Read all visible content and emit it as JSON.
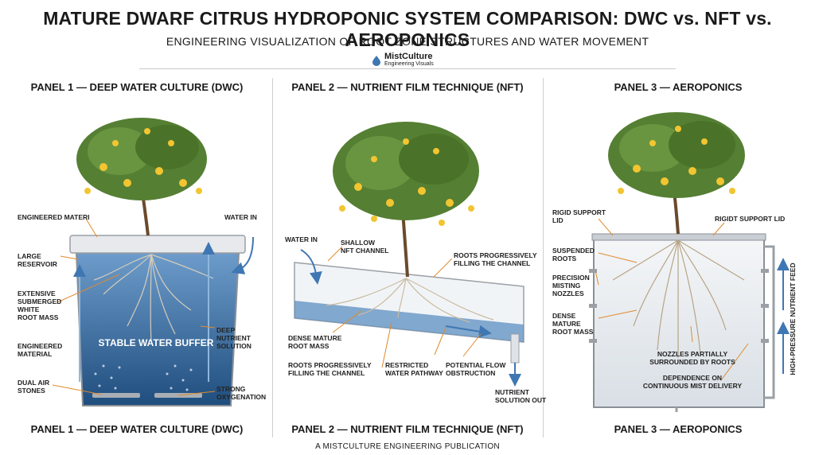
{
  "header": {
    "title": "MATURE DWARF CITRUS HYDROPONIC SYSTEM COMPARISON: DWC vs. NFT vs. AEROPONICS",
    "subtitle": "ENGINEERING VISUALIZATION OF ROOT ZONE STRUCTURES AND WATER MOVEMENT",
    "brand_name": "MistCulture",
    "brand_sub": "Engineering Visuals"
  },
  "panels": [
    {
      "title_top": "PANEL 1 — DEEP WATER CULTURE (DWC)",
      "title_bottom": "PANEL 1 — DEEP WATER CULTURE (DWC)",
      "center_label": "STABLE WATER BUFFER",
      "labels": {
        "engineered_top": "ENGINEERED MATERI",
        "water_in": "WATER IN",
        "large_reservoir": "LARGE\nRESERVOIR",
        "extensive_roots": "EXTENSIVE\nSUBMERGED\nWHITE\nROOT MASS",
        "deep_solution": "DEEP\nNUTRIENT\nSOLUTION",
        "engineered_material": "ENGINEERED\nMATERIAL",
        "dual_air": "DUAL AIR\nSTONES",
        "strong_oxygenation": "STRONG\nOXYGENATION"
      }
    },
    {
      "title_top": "PANEL 2 — NUTRIENT FILM TECHNIQUE (NFT)",
      "title_bottom": "PANEL 2 — NUTRIENT FILM TECHNIQUE (NFT)",
      "labels": {
        "water_in": "WATER IN",
        "shallow_channel": "SHALLOW\nNFT CHANNEL",
        "roots_filling_top": "ROOTS PROGRESSIVELY\nFILLING THE CHANNEL",
        "dense_mature": "DENSE MATURE\nROOT MASS",
        "roots_filling_bottom": "ROOTS PROGRESSIVELY\nFILLING THE CHANNEL",
        "restricted": "RESTRICTED\nWATER PATHWAY",
        "potential_flow": "POTENTIAL FLOW\nOBSTRUCTION",
        "solution_out": "NUTRIENT\nSOLUTION OUT"
      }
    },
    {
      "title_top": "PANEL 3 — AEROPONICS",
      "title_bottom": "PANEL 3 — AEROPONICS",
      "labels": {
        "rigid_left": "RIGID SUPPORT\nLID",
        "rigid_right": "RIGIDT SUPPORT LID",
        "suspended": "SUSPENDED\nROOTS",
        "precision": "PRECISION\nMISTING\nNOZZLES",
        "dense_mature": "DENSE\nMATURE\nROOT MASS",
        "nozzles_partially": "NOZZLES PARTIALLY\nSURROUNDED BY ROOTS",
        "dependence": "DEPENDENCE ON\nCONTINUOUS MIST DELIVERY",
        "high_pressure": "HIGH-PRESSURE NUTRIENT FEED"
      }
    }
  ],
  "footer": "A MISTCULTURE ENGINEERING PUBLICATION",
  "colors": {
    "water": "#5b8fc0",
    "water_deep": "#2e5f8f",
    "leaf": "#4f7a2e",
    "fruit": "#f2c531",
    "root": "#c9b79a",
    "arrow": "#3f77b3",
    "leader": "#e08a2c"
  }
}
